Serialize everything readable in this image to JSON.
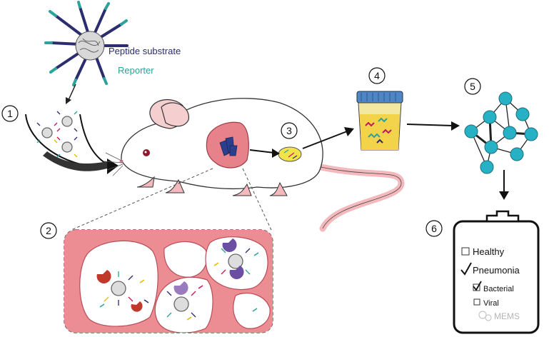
{
  "labels": {
    "peptide_substrate": "Peptide substrate",
    "reporter": "Reporter"
  },
  "steps": {
    "s1": "1",
    "s2": "2",
    "s3": "3",
    "s4": "4",
    "s5": "5",
    "s6": "6"
  },
  "clipboard": {
    "healthy": "Healthy",
    "pneumonia": "Pneumonia",
    "bacterial": "Bacterial",
    "viral": "Viral"
  },
  "watermark": "MEMS",
  "colors": {
    "peptide": "#2b2d6e",
    "reporter": "#2aa39a",
    "node": "#27b1c4",
    "lung": "#e8828a",
    "urine": "#f3d34a",
    "lid": "#4f86c6"
  }
}
